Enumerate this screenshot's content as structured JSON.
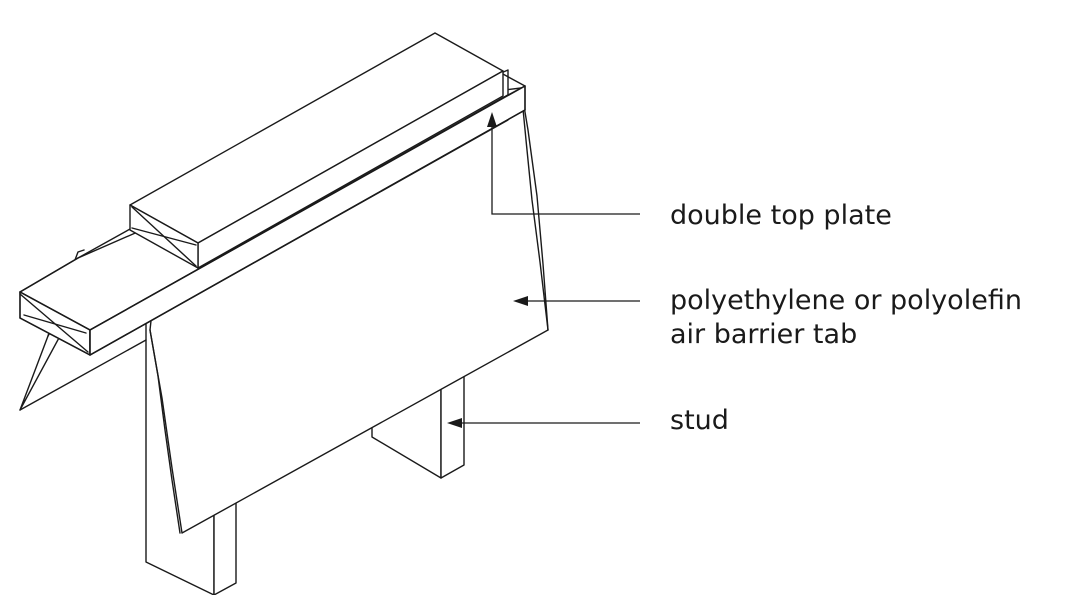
{
  "labels": {
    "top_plate": "double top plate",
    "barrier_line1": "polyethylene or polyolefin",
    "barrier_line2": "air barrier tab",
    "stud": "stud"
  },
  "colors": {
    "line": "#1a1a1a",
    "background": "#ffffff"
  }
}
